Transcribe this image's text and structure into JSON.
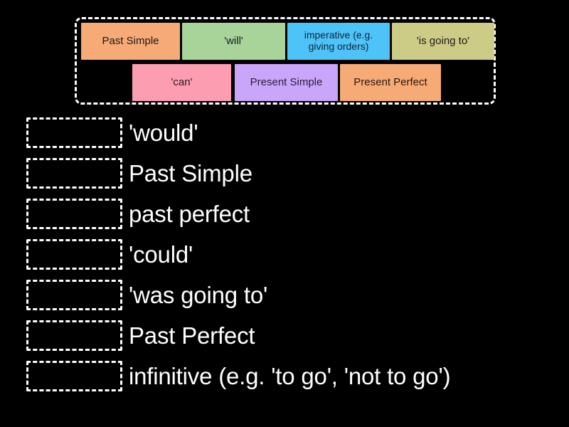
{
  "page": {
    "background_color": "#000000",
    "text_color": "#ffffff"
  },
  "tile_bank": {
    "name": "draggable-tile-bank",
    "border_style": "dashed",
    "border_color": "#ffffff",
    "rows": [
      {
        "tiles": [
          {
            "label": "Past Simple",
            "color": "#f6aa76",
            "text_color": "#1b1b1b"
          },
          {
            "label": "'will'",
            "color": "#a8d49a",
            "text_color": "#1b1b1b"
          },
          {
            "label": "imperative (e.g. giving orders)",
            "line_1": "imperative (e.g.",
            "line_2": "giving orders)",
            "color": "#4ec3f7",
            "text_color": "#10243a"
          },
          {
            "label": "'is going to'",
            "color": "#cdcc86",
            "text_color": "#1b1b1b"
          }
        ]
      },
      {
        "tiles": [
          {
            "label": "'can'",
            "color": "#fc9db1",
            "text_color": "#2a1c22"
          },
          {
            "label": "Present Simple",
            "color": "#c9a6fa",
            "text_color": "#2a1c3a"
          },
          {
            "label": "Present Perfect",
            "color": "#f6aa76",
            "text_color": "#2a1712"
          }
        ]
      }
    ]
  },
  "match_list": {
    "name": "match-rows",
    "drop_zone_placeholder": "",
    "rows": [
      {
        "label": "'would'"
      },
      {
        "label": "Past Simple"
      },
      {
        "label": "past perfect"
      },
      {
        "label": "'could'"
      },
      {
        "label": "'was going to'"
      },
      {
        "label": "Past Perfect"
      },
      {
        "label": "infinitive (e.g. 'to go', 'not to go')"
      }
    ]
  }
}
